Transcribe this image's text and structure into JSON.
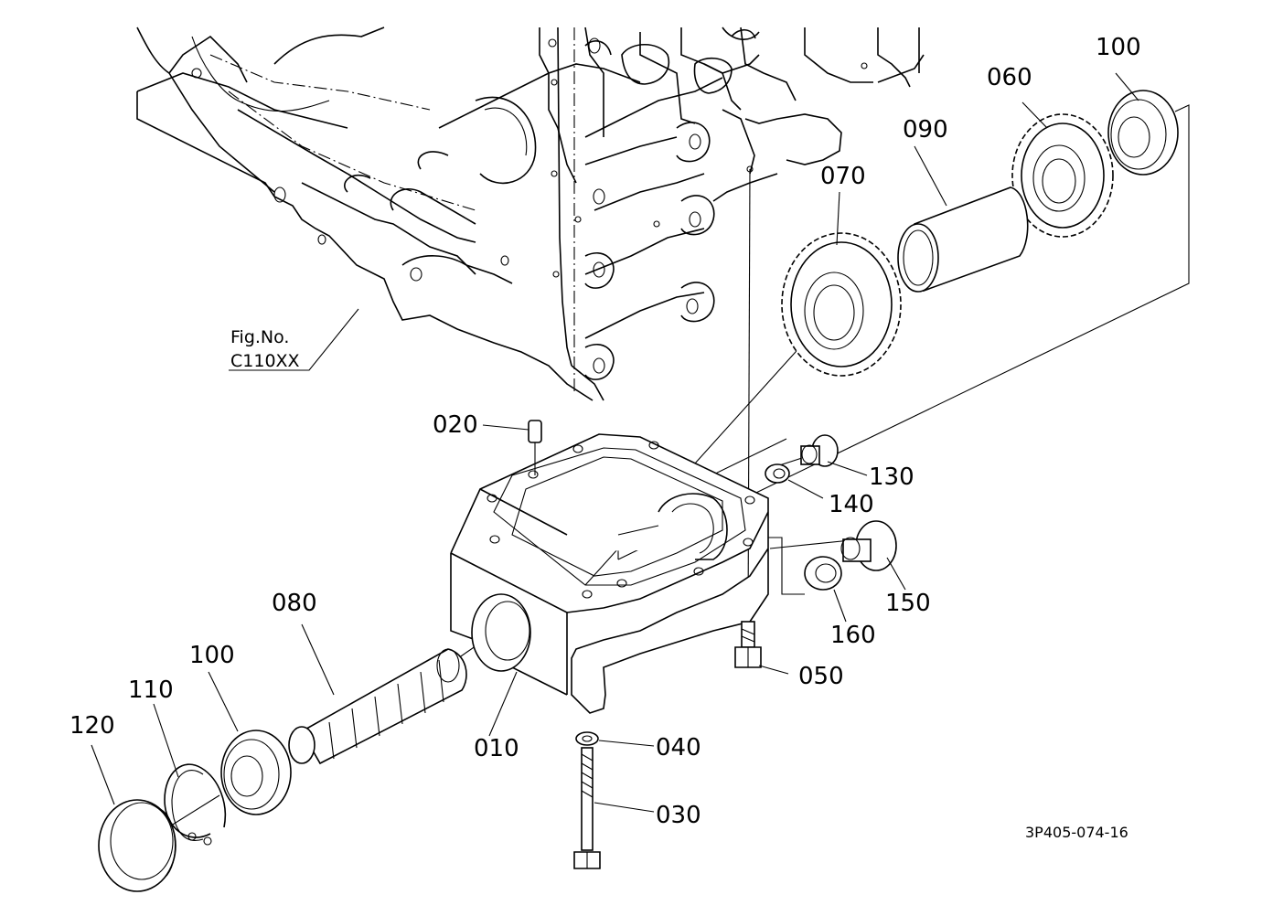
{
  "figure": {
    "reference_label": "Fig.No.",
    "reference_code": "C110XX",
    "drawing_number": "3P405-074-16"
  },
  "parts": [
    {
      "id": "p010",
      "label": "010"
    },
    {
      "id": "p020",
      "label": "020"
    },
    {
      "id": "p030",
      "label": "030"
    },
    {
      "id": "p040",
      "label": "040"
    },
    {
      "id": "p050",
      "label": "050"
    },
    {
      "id": "p060",
      "label": "060"
    },
    {
      "id": "p070",
      "label": "070"
    },
    {
      "id": "p080",
      "label": "080"
    },
    {
      "id": "p090",
      "label": "090"
    },
    {
      "id": "p100a",
      "label": "100"
    },
    {
      "id": "p100b",
      "label": "100"
    },
    {
      "id": "p110",
      "label": "110"
    },
    {
      "id": "p120",
      "label": "120"
    },
    {
      "id": "p130",
      "label": "130"
    },
    {
      "id": "p140",
      "label": "140"
    },
    {
      "id": "p150",
      "label": "150"
    },
    {
      "id": "p160",
      "label": "160"
    }
  ]
}
